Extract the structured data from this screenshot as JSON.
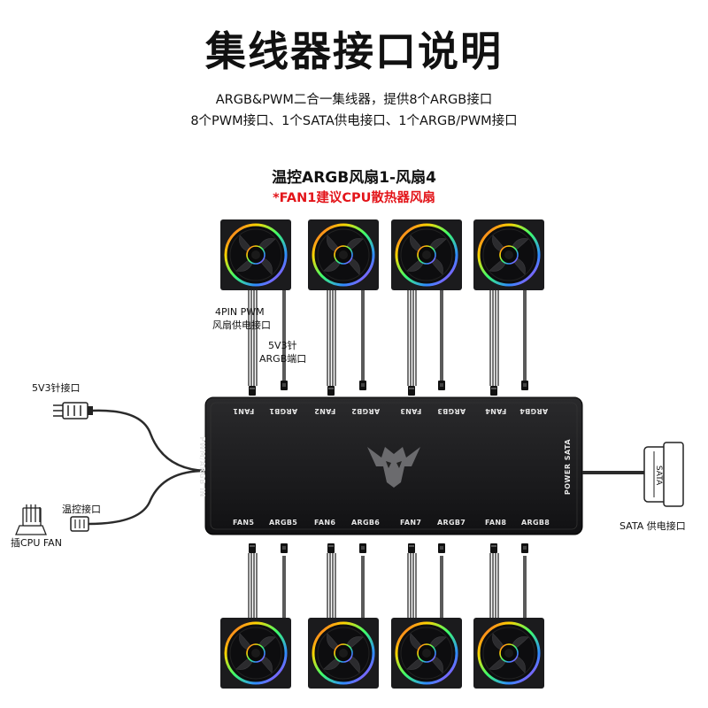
{
  "title": "集线器接口说明",
  "subtitle_line1": "ARGB&PWM二合一集线器，提供8个ARGB接口",
  "subtitle_line2": "8个PWM接口、1个SATA供电接口、1个ARGB/PWM接口",
  "fans_heading": "温控ARGB风扇1-风扇4",
  "fans_note": "*FAN1建议CPU散热器风扇",
  "labels": {
    "pwm_line1": "4PIN PWM",
    "pwm_line2": "风扇供电接口",
    "argb_line1": "5V3针",
    "argb_line2": "ARGB端口",
    "input_5v3": "5V3针接口",
    "temp_ctrl": "温控接口",
    "cpu_fan": "插CPU FAN",
    "sata_power": "SATA 供电接口",
    "sata_connector": "SATA"
  },
  "hub": {
    "left_side": "PWM/ARGB IN",
    "right_side": "POWER SATA",
    "top_ports": [
      "FAN1",
      "ARGB1",
      "FAN2",
      "ARGB2",
      "FAN3",
      "ARGB3",
      "FAN4",
      "ARGB4"
    ],
    "bottom_ports": [
      "FAN5",
      "ARGB5",
      "FAN6",
      "ARGB6",
      "FAN7",
      "ARGB7",
      "FAN8",
      "ARGB8"
    ]
  },
  "colors": {
    "hub_body": "#1c1c1e",
    "cable": "#2a2a2a",
    "note_red": "#e3151a"
  }
}
